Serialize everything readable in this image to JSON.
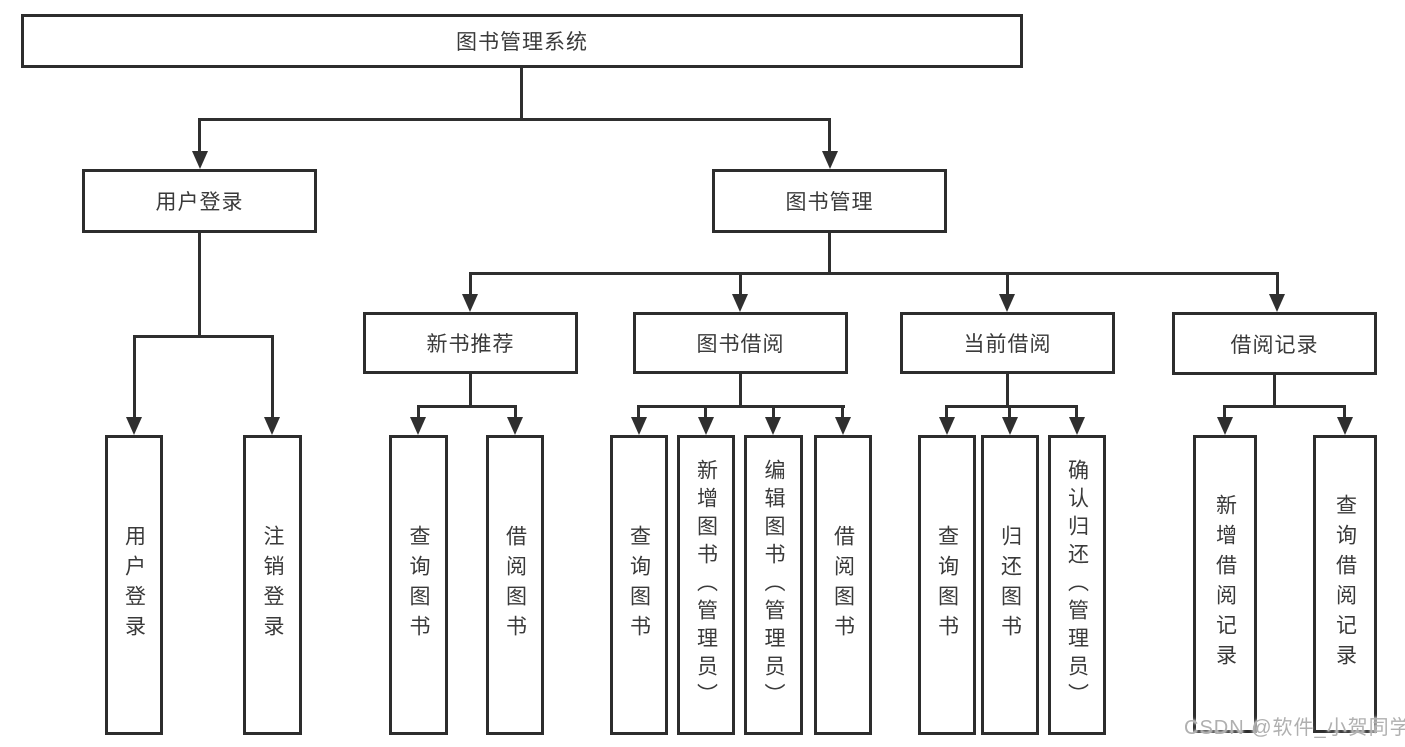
{
  "diagram": {
    "type": "hierarchy",
    "root": "图书管理系统",
    "branches": [
      {
        "label": "用户登录",
        "children": [
          "用户登录",
          "注销登录"
        ]
      },
      {
        "label": "图书管理",
        "groups": [
          {
            "label": "新书推荐",
            "children": [
              "查询图书",
              "借阅图书"
            ]
          },
          {
            "label": "图书借阅",
            "children": [
              "查询图书",
              "新增图书（管理员）",
              "编辑图书（管理员）",
              "借阅图书"
            ]
          },
          {
            "label": "当前借阅",
            "children": [
              "查询图书",
              "归还图书",
              "确认归还（管理员）"
            ]
          },
          {
            "label": "借阅记录",
            "children": [
              "新增借阅记录",
              "查询借阅记录"
            ]
          }
        ]
      }
    ],
    "colors": {
      "line": "#2f2f2f",
      "border": "#2d2d2d",
      "text": "#3a3a3a",
      "watermark": "#b0b0b0",
      "background": "#ffffff"
    }
  },
  "watermark": "CSDN @软件_小贺同学"
}
